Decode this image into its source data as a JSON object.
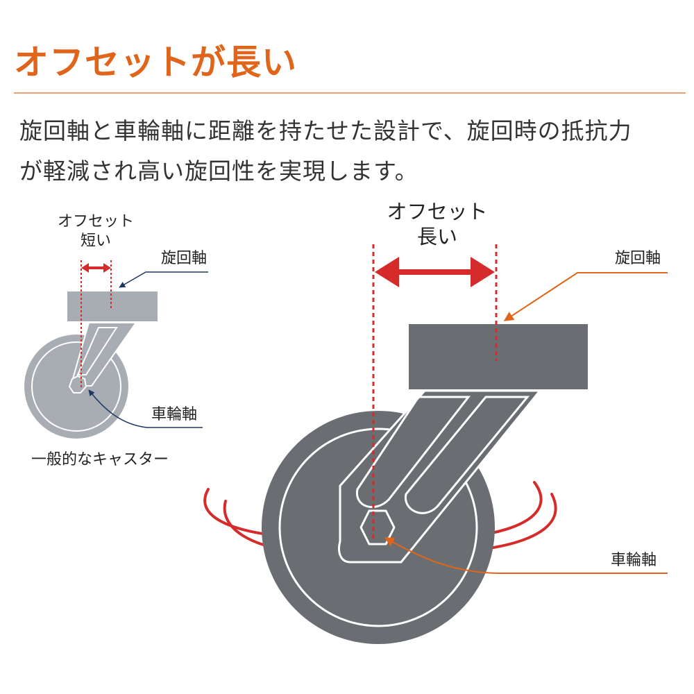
{
  "title": "オフセットが長い",
  "description": [
    "旋回軸と車輪軸に距離を持たせた設計で、旋回時の抵抗力",
    "が軽減され高い旋回性を実現します。"
  ],
  "small_caster": {
    "offset_label_1": "オフセット",
    "offset_label_2": "短い",
    "swivel_axis_label": "旋回軸",
    "wheel_axis_label": "車輪軸",
    "caption": "一般的なキャスター"
  },
  "large_caster": {
    "offset_label_1": "オフセット",
    "offset_label_2": "長い",
    "swivel_axis_label": "旋回軸",
    "wheel_axis_label": "車輪軸"
  },
  "colors": {
    "accent_orange": "#e0651a",
    "offset_red": "#d62b2b",
    "caster_gray": "#6a6e72",
    "light_gray": "#a7adb2",
    "leader_navy": "#1f3566"
  }
}
